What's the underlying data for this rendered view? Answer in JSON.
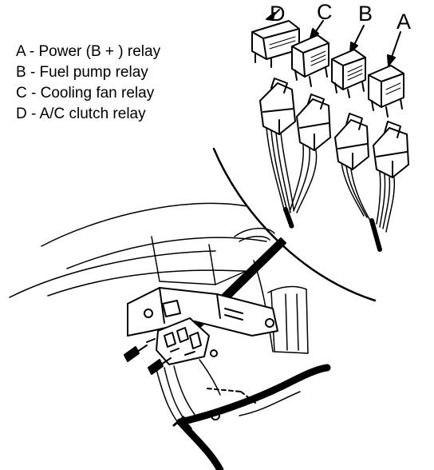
{
  "legend": [
    {
      "key": "A",
      "text": "A - Power (B  + ) relay"
    },
    {
      "key": "B",
      "text": "B - Fuel pump relay"
    },
    {
      "key": "C",
      "text": "C - Cooling fan relay"
    },
    {
      "key": "D",
      "text": "D - A/C clutch relay"
    }
  ],
  "relay_letters": {
    "a": "A",
    "b": "B",
    "c": "C",
    "d": "D"
  },
  "colors": {
    "ink": "#000000",
    "paper": "#ffffff"
  }
}
